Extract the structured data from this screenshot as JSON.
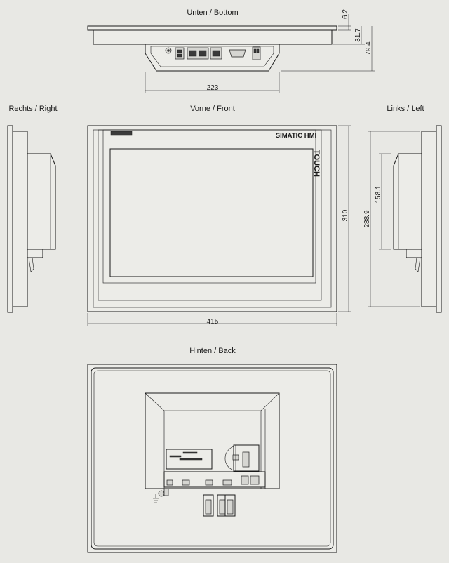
{
  "views": {
    "bottom_title": "Unten / Bottom",
    "right_title": "Rechts / Right",
    "front_title": "Vorne / Front",
    "left_title": "Links / Left",
    "back_title": "Hinten / Back"
  },
  "front": {
    "brand": "SIMATIC HMI",
    "touch": "TOUCH"
  },
  "dimensions": {
    "bottom_depth_1": "6.2",
    "bottom_depth_2": "31.7",
    "bottom_depth_3": "79.4",
    "bottom_width": "223",
    "front_width": "415",
    "front_height": "310",
    "left_height_outer": "288.9",
    "left_height_inner": "158.1"
  },
  "colors": {
    "background": "#e8e8e4",
    "line": "#1a1a1a"
  }
}
